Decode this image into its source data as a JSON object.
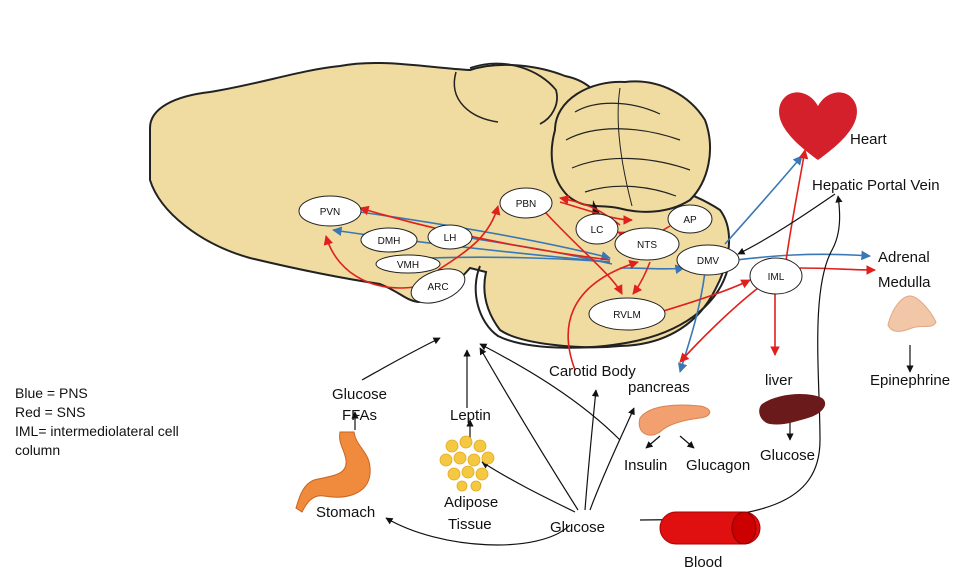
{
  "nodes": {
    "pvn": "PVN",
    "dmh": "DMH",
    "lh": "LH",
    "vmh": "VMH",
    "arc": "ARC",
    "pbn": "PBN",
    "lc": "LC",
    "ap": "AP",
    "nts": "NTS",
    "dmv": "DMV",
    "rvlm": "RVLM",
    "iml": "IML"
  },
  "labels": {
    "heart": "Heart",
    "hepatic_portal_vein": "Hepatic Portal Vein",
    "adrenal_line1": "Adrenal",
    "adrenal_line2": "Medulla",
    "epinephrine": "Epinephrine",
    "carotid_body": "Carotid Body",
    "pancreas": "pancreas",
    "insulin": "Insulin",
    "glucagon": "Glucagon",
    "liver": "liver",
    "liver_glucose": "Glucose",
    "glucose_ffa_line1": "Glucose",
    "glucose_ffa_line2": "FFAs",
    "leptin": "Leptin",
    "adipose_line1": "Adipose",
    "adipose_line2": "Tissue",
    "stomach": "Stomach",
    "glucose": "Glucose",
    "blood": "Blood"
  },
  "legend": {
    "blue": "Blue = PNS",
    "red": "Red = SNS",
    "iml_line1": "IML= intermediolateral cell",
    "iml_line2": "column"
  },
  "colors": {
    "brain_fill": "#f0dca0",
    "brain_stroke": "#222222",
    "pns_blue": "#3a78b5",
    "sns_red": "#e0201c",
    "heart": "#d3202a",
    "stomach": "#f08a3c",
    "pancreas": "#f2a070",
    "liver": "#6a1a1a",
    "adipose": "#f5c842",
    "blood": "#e01010",
    "adrenal": "#f1c7a8"
  }
}
